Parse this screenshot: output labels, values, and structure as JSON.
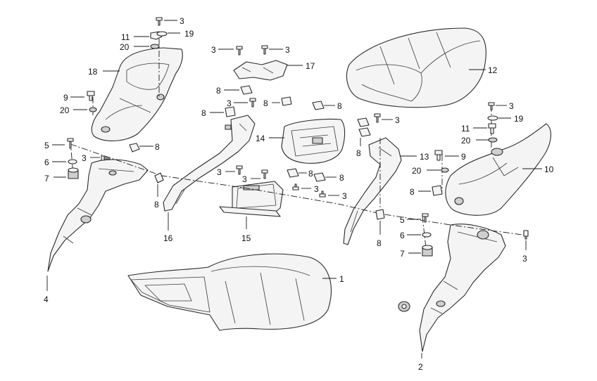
{
  "diagram": {
    "labels": {
      "c1": "1",
      "c2": "2",
      "c3": "3",
      "c4": "4",
      "c5": "5",
      "c6": "6",
      "c7": "7",
      "c8": "8",
      "c9": "9",
      "c10": "10",
      "c11": "11",
      "c12": "12",
      "c13": "13",
      "c14": "14",
      "c15": "15",
      "c16": "16",
      "c17": "17",
      "c18": "18",
      "c19": "19",
      "c20": "20"
    },
    "icons": [
      "screw-icon",
      "washer-icon",
      "nut-clip-icon",
      "grommet-icon",
      "seat-part",
      "cover-part",
      "bracket-part",
      "handle-part"
    ]
  }
}
